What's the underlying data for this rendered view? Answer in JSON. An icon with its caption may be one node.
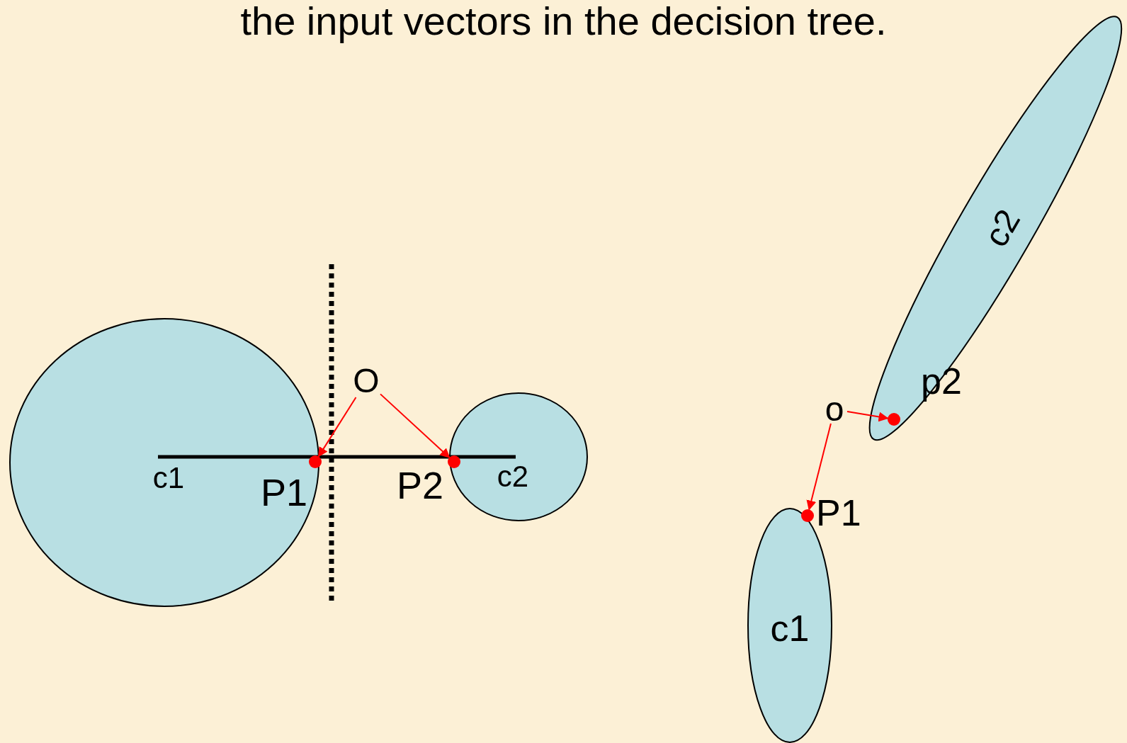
{
  "diagram": {
    "title": "the input vectors in the decision tree.",
    "nodes": [
      {
        "text": [
          "c1"
        ]
      },
      {
        "text": [
          "c2"
        ]
      },
      {
        "text": [
          "O"
        ]
      },
      {
        "text": [],
        "shape": "circle",
        "beside": [
          "P1"
        ]
      },
      {
        "text": [],
        "shape": "circle",
        "beside": [
          "P2"
        ]
      },
      {
        "text": [
          "c2"
        ]
      },
      {
        "text": [
          "o"
        ]
      },
      {
        "text": [],
        "shape": "circle",
        "beside": [
          "p2"
        ],
        "in": 5
      },
      {
        "text": [],
        "shape": "circle",
        "beside": [
          "P1"
        ]
      },
      {
        "text": [
          "c1"
        ]
      }
    ],
    "edges": [
      {
        "from": 0,
        "to": 1,
        "arrow": "none",
        "style": "thick",
        "color": "#000000"
      },
      {
        "from": 2,
        "to": 3,
        "arrow": "to"
      },
      {
        "from": 2,
        "to": 4,
        "arrow": "to"
      },
      {
        "from": 6,
        "to": 7,
        "arrow": "to"
      },
      {
        "from": 6,
        "to": 8,
        "arrow": "to"
      }
    ]
  }
}
